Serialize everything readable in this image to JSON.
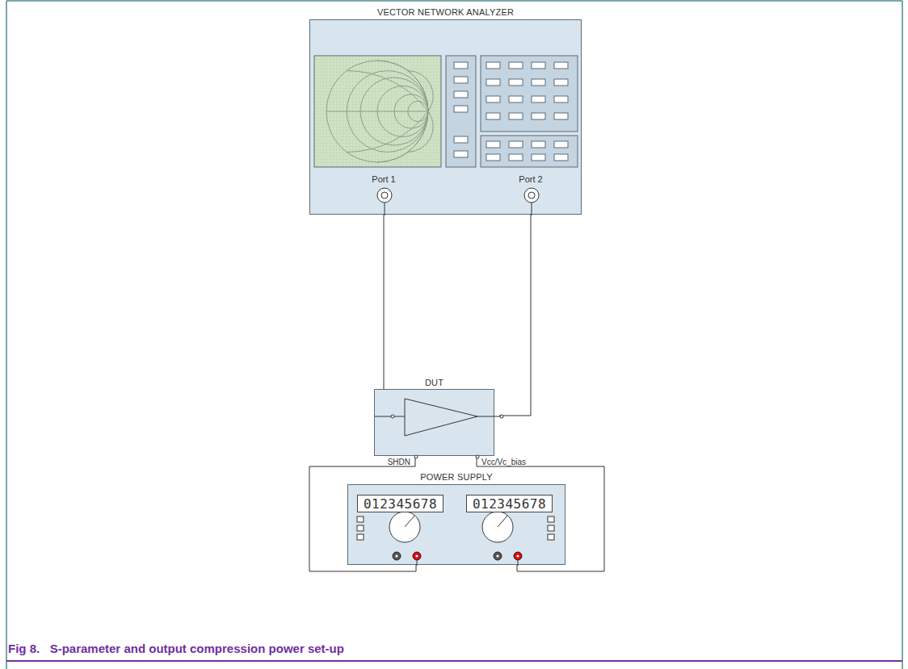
{
  "diagram": {
    "caption": "Fig 8.   S-parameter and output compression power set-up",
    "nodes": [
      {
        "text": [
          "VECTOR NETWORK ANALYZER"
        ]
      },
      {
        "text": [
          "DUT"
        ]
      },
      {
        "text": [
          "POWER SUPPLY"
        ]
      },
      {
        "text": [
          "012345678"
        ],
        "in": 2
      },
      {
        "text": [
          "012345678"
        ],
        "in": 2
      }
    ],
    "edges": [
      {
        "from": 0,
        "to": 1,
        "arrow": "none"
      },
      {
        "from": 0,
        "to": 1,
        "arrow": "none"
      },
      {
        "from": 2,
        "to": 1,
        "arrow": "none"
      },
      {
        "from": 2,
        "to": 1,
        "arrow": "none"
      }
    ],
    "labels": [
      "Port 1",
      "Port 2",
      "SHDN",
      "Vcc/Vc_bias"
    ]
  }
}
